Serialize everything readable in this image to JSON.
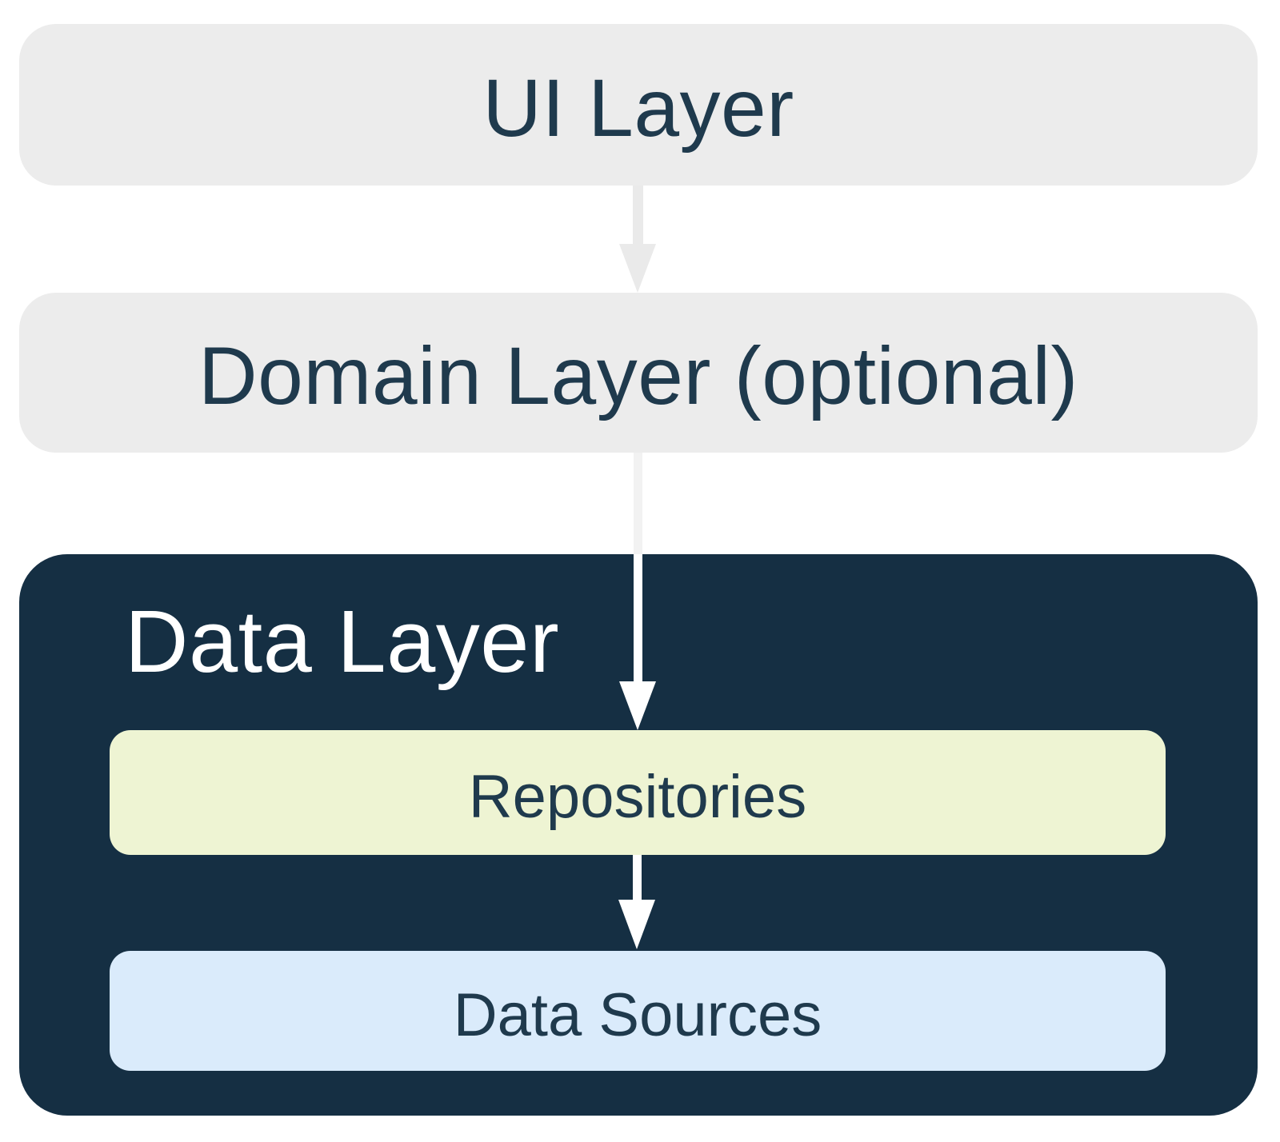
{
  "page": {
    "background": "#FFFFFF"
  },
  "colors": {
    "canvas_bg": "#FFFFFF",
    "layer_box_bg": "#ECECEC",
    "dark_box_bg": "#152F43",
    "navy_text": "#1F3A4D",
    "white_text": "#FFFFFF",
    "repositories_bg": "#EEF4D3",
    "data_sources_bg": "#DAEBFB",
    "arrow_gray": "#EAEAEA",
    "arrow_faint_gray": "#F2F2F2",
    "arrow_white": "#FFFFFF"
  },
  "diagram": {
    "type": "layered-architecture-flow",
    "nodes": {
      "ui_layer": {
        "label": "UI Layer"
      },
      "domain_layer": {
        "label": "Domain Layer (optional)"
      },
      "data_layer": {
        "label": "Data Layer"
      },
      "repositories": {
        "label": "Repositories"
      },
      "data_sources": {
        "label": "Data Sources"
      }
    },
    "edges": [
      {
        "from": "UI Layer",
        "to": "Domain Layer (optional)",
        "direction": "down"
      },
      {
        "from": "Domain Layer (optional)",
        "to": "Repositories",
        "direction": "down"
      },
      {
        "from": "Repositories",
        "to": "Data Sources",
        "direction": "down"
      }
    ]
  }
}
